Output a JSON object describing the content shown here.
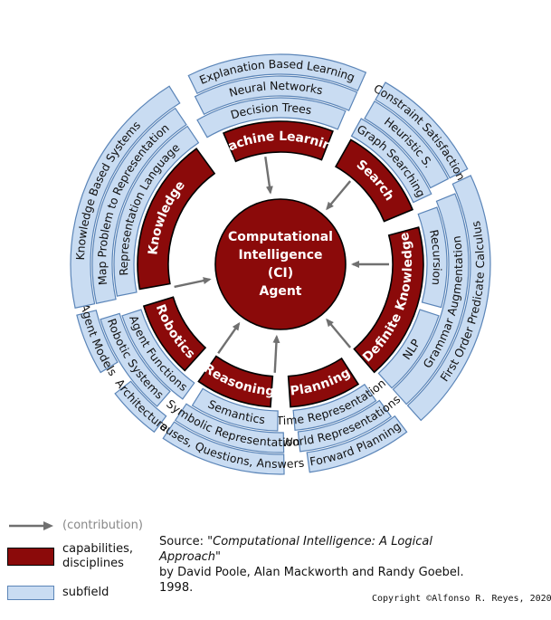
{
  "center": {
    "lines": [
      "Computational",
      "Intelligence",
      "(CI)",
      "Agent"
    ]
  },
  "capabilities": [
    "Machine Learning",
    "Search",
    "Definite Knowledge",
    "Planning",
    "Reasoning",
    "Robotics",
    "Knowledge"
  ],
  "subfields": {
    "machine_learning": [
      "Decision Trees",
      "Neural Networks",
      "Explanation Based Learning"
    ],
    "search": [
      "Graph Searching",
      "Heuristic S.",
      "Constraint Satisfaction"
    ],
    "definite_knowledge": [
      "Recursion",
      "NLP",
      "Grammar Augmentation",
      "First Order Predicate Calculus"
    ],
    "planning": [
      "Time Representation",
      "World Representations",
      "Forward Planning"
    ],
    "reasoning": [
      "Semantics",
      "Symbolic Representation",
      "Clauses, Questions, Answers"
    ],
    "robotics": [
      "Agent Functions",
      "Robotic Systems",
      "Architecture",
      "Agent Models"
    ],
    "knowledge": [
      "Representation Language",
      "Map Problem to Representation",
      "Knowledge Based Systems"
    ]
  },
  "legend": {
    "contribution": "(contribution)",
    "capabilities": "capabilities, disciplines",
    "subfield": "subfield"
  },
  "source": {
    "prefix": "Source:",
    "title": "\"Computational Intelligence: A Logical Approach\"",
    "authors": "by David Poole, Alan Mackworth and Randy Goebel.",
    "year": "1998."
  },
  "copyright": "Copyright ©Alfonso R. Reyes, 2020",
  "colors": {
    "capability": "#8b0a0a",
    "subfield": "#c9dcf2",
    "subfield_border": "#5b85b8",
    "arrow": "#707070"
  }
}
